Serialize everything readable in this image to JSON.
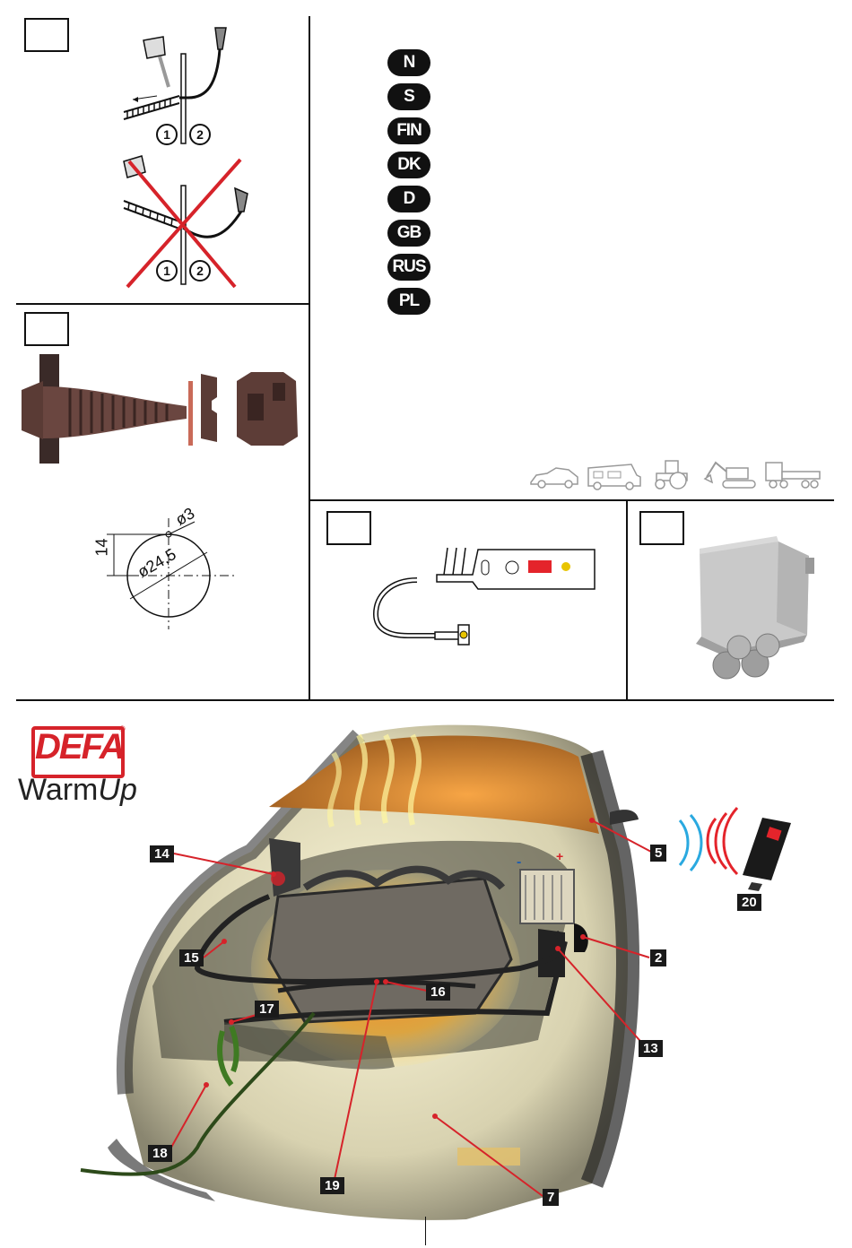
{
  "languages": [
    "N",
    "S",
    "FIN",
    "DK",
    "D",
    "GB",
    "RUS",
    "PL"
  ],
  "step_numbers": [
    "1",
    "2"
  ],
  "dimensions": {
    "d_small": "ø3",
    "height": "14",
    "d_large": "ø24,5"
  },
  "logo": {
    "brand": "DEFA",
    "registered": "®",
    "product_a": "Warm",
    "product_b": "Up"
  },
  "callouts": [
    "14",
    "15",
    "17",
    "18",
    "19",
    "16",
    "13",
    "2",
    "5",
    "20",
    "7"
  ],
  "charger_signs": {
    "minus": "-",
    "plus": "+"
  },
  "vehicle_icons": [
    "car-icon",
    "camper-icon",
    "tractor-icon",
    "excavator-icon",
    "truck-icon"
  ],
  "colors": {
    "accent": "#d6232a",
    "signal_blue": "#2aa9e0",
    "signal_red": "#e4242b"
  }
}
